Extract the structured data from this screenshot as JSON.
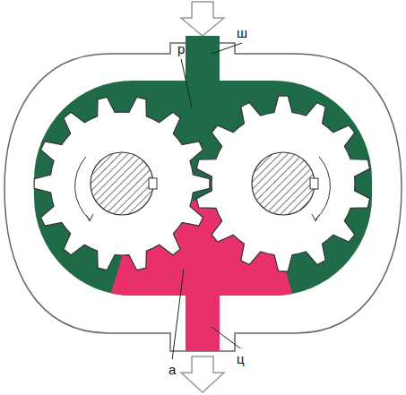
{
  "diagram": {
    "labels": [
      "р",
      "ш",
      "а",
      "ц"
    ]
  }
}
